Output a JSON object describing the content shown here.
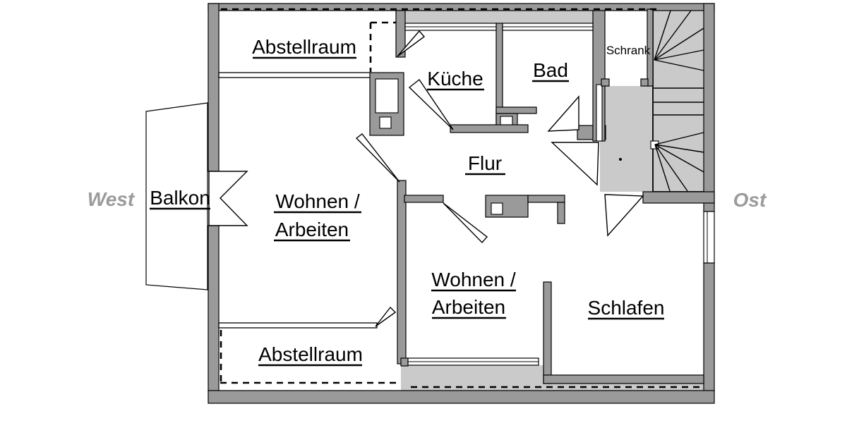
{
  "drawing": {
    "type": "apartment-floor-plan",
    "colors": {
      "wall_fill": "#9a9a9a",
      "sloped_area_fill": "#cacaca",
      "outline": "#000000",
      "room_fill": "#ffffff",
      "compass_text": "#9b9b9b",
      "label_text": "#000000"
    }
  },
  "compass": {
    "west": "West",
    "east": "Ost"
  },
  "rooms": {
    "abstellraum_top": {
      "label": "Abstellraum"
    },
    "kueche": {
      "label": "Küche"
    },
    "bad": {
      "label": "Bad"
    },
    "schrank": {
      "label": "Schrank"
    },
    "flur": {
      "label": "Flur"
    },
    "balkon": {
      "label": "Balkon"
    },
    "wohnen_west": {
      "line1": "Wohnen /",
      "line2": "Arbeiten"
    },
    "wohnen_sued": {
      "line1": "Wohnen /",
      "line2": "Arbeiten"
    },
    "schlafen": {
      "label": "Schlafen"
    },
    "abstellraum_unten": {
      "label": "Abstellraum"
    }
  }
}
